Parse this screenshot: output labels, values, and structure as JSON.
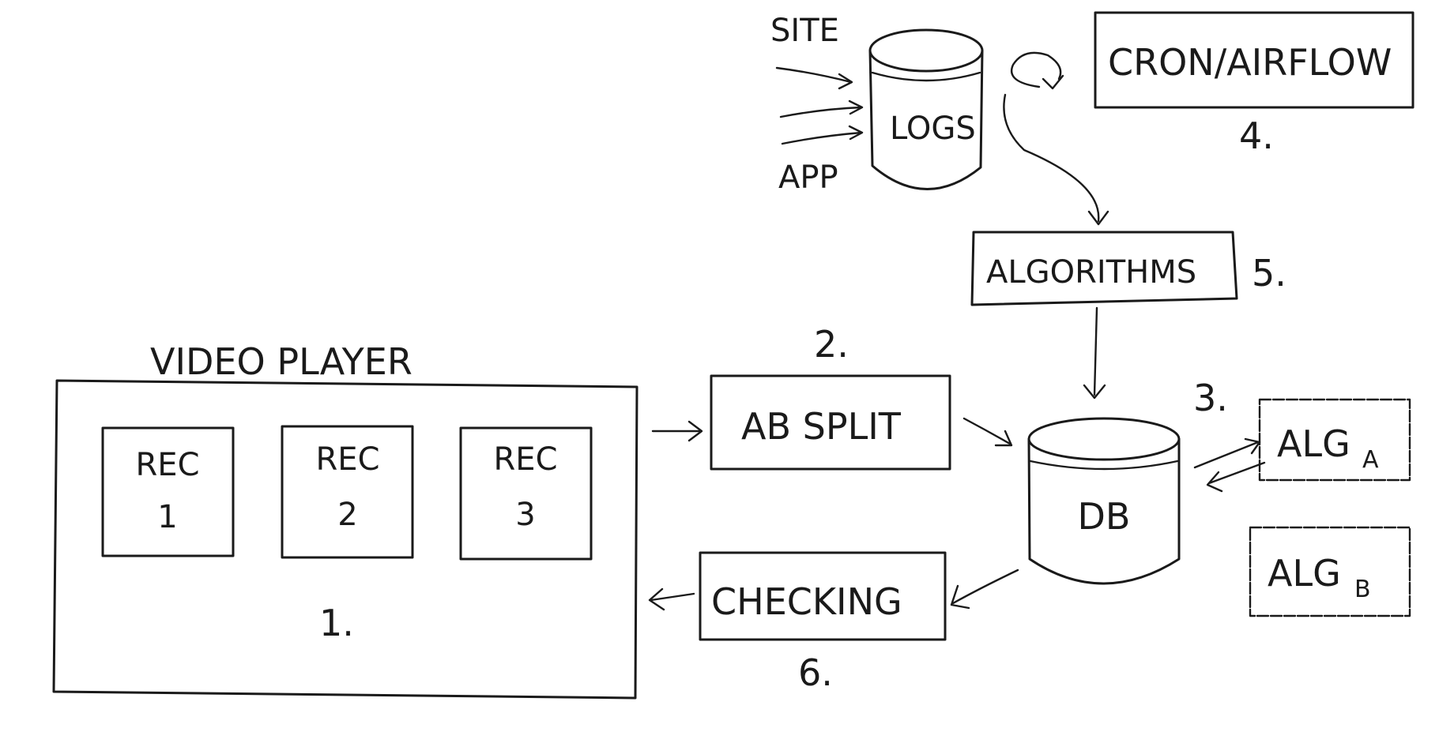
{
  "diagram": {
    "inputs": {
      "site": "SITE",
      "app": "APP"
    },
    "logs": {
      "label": "LOGS"
    },
    "scheduler": {
      "label": "CRON/AIRFLOW",
      "number": "4."
    },
    "algorithms": {
      "label": "ALGORITHMS",
      "number": "5."
    },
    "video_player": {
      "title": "VIDEO PLAYER",
      "number": "1.",
      "recs": [
        {
          "label": "REC",
          "index": "1"
        },
        {
          "label": "REC",
          "index": "2"
        },
        {
          "label": "REC",
          "index": "3"
        }
      ]
    },
    "ab_split": {
      "label": "AB SPLIT",
      "number": "2."
    },
    "db": {
      "label": "DB",
      "number": "3."
    },
    "alg_a": {
      "label": "ALG",
      "subscript": "A"
    },
    "alg_b": {
      "label": "ALG",
      "subscript": "B"
    },
    "checking": {
      "label": "CHECKING",
      "number": "6."
    }
  }
}
